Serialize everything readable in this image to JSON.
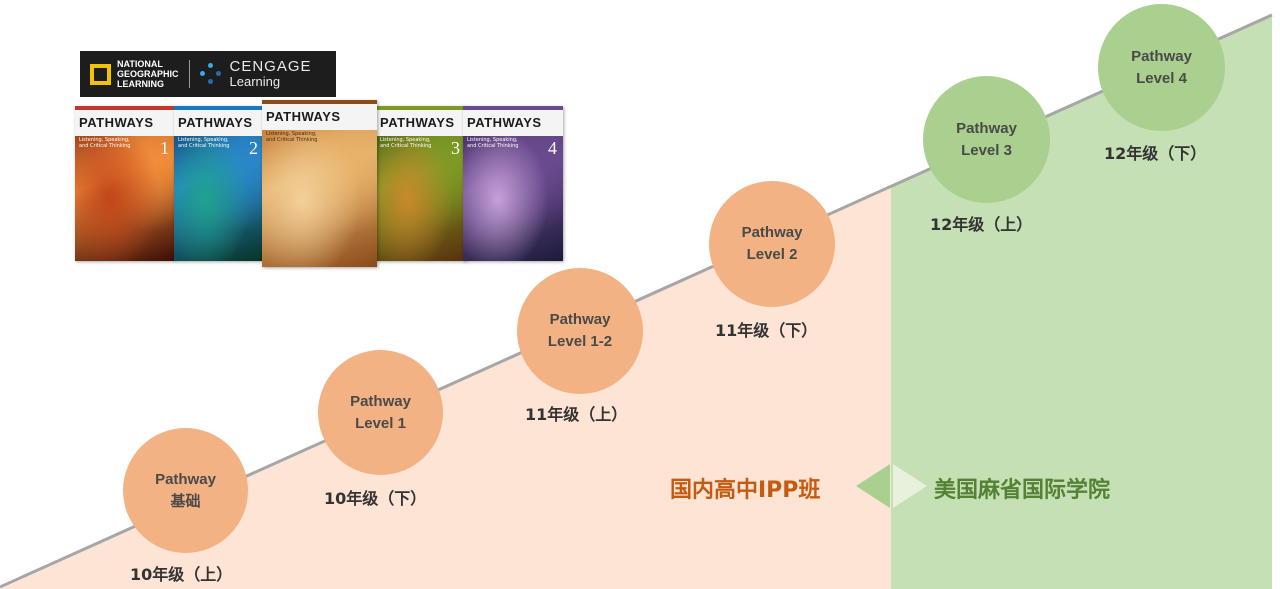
{
  "logo": {
    "natgeo_text": "NATIONAL\nGEOGRAPHIC\nLEARNING",
    "cengage_top": "CENGAGE",
    "cengage_bottom": "Learning"
  },
  "books": [
    {
      "title": "PATHWAYS",
      "subtitle": "Listening, Speaking,\nand Critical Thinking",
      "number": "1",
      "colors": [
        "#f08c3a",
        "#7a1e0e",
        "#c2461a",
        "#3b0c05"
      ]
    },
    {
      "title": "PATHWAYS",
      "subtitle": "Listening, Speaking,\nand Critical Thinking",
      "number": "2",
      "colors": [
        "#2a86c9",
        "#0b3a63",
        "#1fa38f",
        "#073325"
      ]
    },
    {
      "title": "PATHWAYS",
      "subtitle": "Listening, Speaking,\nand Critical Thinking",
      "number": "",
      "colors": [
        "#e7b26a",
        "#b66b2a",
        "#f3d09a",
        "#8a4a1a"
      ]
    },
    {
      "title": "PATHWAYS",
      "subtitle": "Listening, Speaking,\nand Critical Thinking",
      "number": "3",
      "colors": [
        "#7f9a24",
        "#3b5a14",
        "#c98a2b",
        "#5a2f0c"
      ]
    },
    {
      "title": "PATHWAYS",
      "subtitle": "Listening, Speaking,\nand Critical Thinking",
      "number": "4",
      "colors": [
        "#6a4a8e",
        "#3b2a5a",
        "#c7a0d8",
        "#1b1b3a"
      ]
    }
  ],
  "levels": [
    {
      "line1": "Pathway",
      "line2": "基础",
      "grade": "10年级（上）",
      "group": "orange"
    },
    {
      "line1": "Pathway",
      "line2": "Level 1",
      "grade": "10年级（下）",
      "group": "orange"
    },
    {
      "line1": "Pathway",
      "line2": "Level 1-2",
      "grade": "11年级（上）",
      "group": "orange"
    },
    {
      "line1": "Pathway",
      "line2": "Level 2",
      "grade": "11年级（下）",
      "group": "orange"
    },
    {
      "line1": "Pathway",
      "line2": "Level 3",
      "grade": "12年级（上）",
      "group": "green"
    },
    {
      "line1": "Pathway",
      "line2": "Level 4",
      "grade": "12年级（下）",
      "group": "green"
    }
  ],
  "programs": {
    "left": "国内高中IPP班",
    "right": "美国麻省国际学院"
  },
  "colors": {
    "orange_zone": "#fde4d4",
    "green_zone": "#c5e0b4",
    "orange_circle": "#f2b283",
    "green_circle": "#a9d08e",
    "orange_text": "#c55a11",
    "green_text": "#548235",
    "line": "#a6a6a6"
  }
}
